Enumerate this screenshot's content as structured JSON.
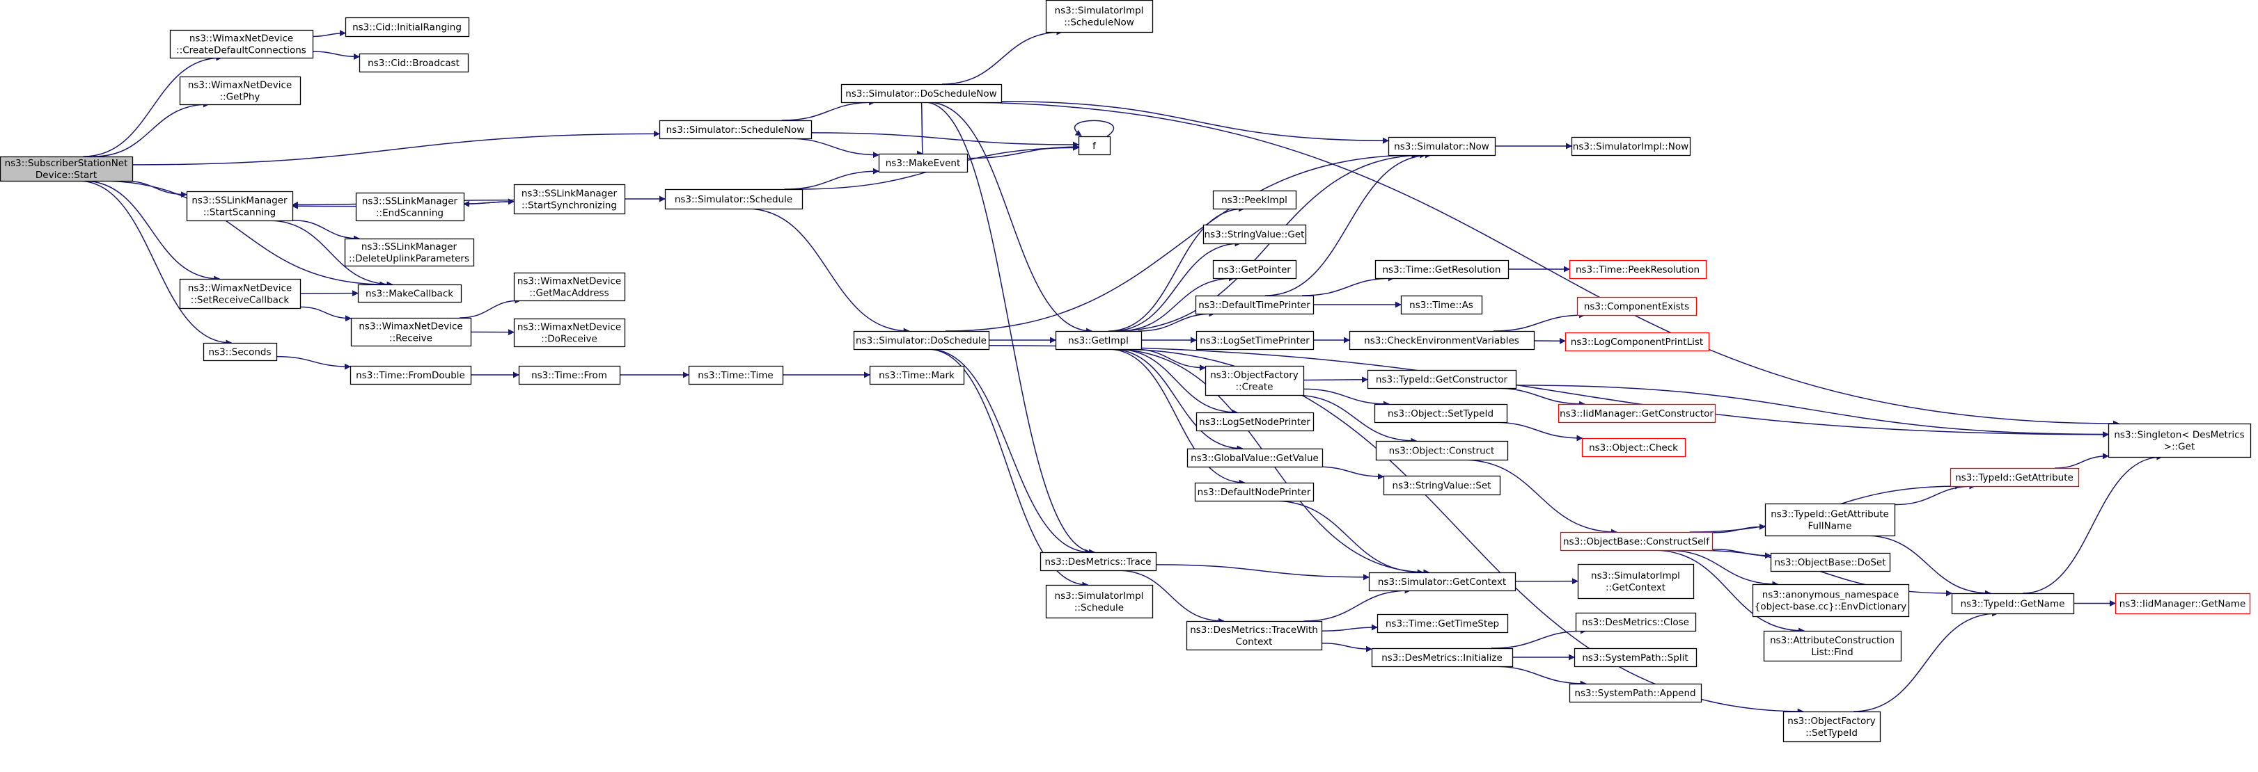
{
  "colors": {
    "background": "#ffffff",
    "edge": "#191970",
    "node_border": "#000000",
    "truncated_node_border": "#ff0000",
    "root_node_fill": "#bfbfbf"
  },
  "nodes": [
    {
      "id": "root",
      "lines": [
        "ns3::SubscriberStationNet",
        "Device::Start"
      ],
      "style": "root"
    },
    {
      "id": "createdefconn",
      "lines": [
        "ns3::WimaxNetDevice",
        "::CreateDefaultConnections"
      ]
    },
    {
      "id": "initranging",
      "lines": [
        "ns3::Cid::InitialRanging"
      ]
    },
    {
      "id": "broadcast",
      "lines": [
        "ns3::Cid::Broadcast"
      ]
    },
    {
      "id": "getphy",
      "lines": [
        "ns3::WimaxNetDevice",
        "::GetPhy"
      ]
    },
    {
      "id": "startscanning",
      "lines": [
        "ns3::SSLinkManager",
        "::StartScanning"
      ]
    },
    {
      "id": "endscanning",
      "lines": [
        "ns3::SSLinkManager",
        "::EndScanning"
      ]
    },
    {
      "id": "startsync",
      "lines": [
        "ns3::SSLinkManager",
        "::StartSynchronizing"
      ]
    },
    {
      "id": "deleteuplink",
      "lines": [
        "ns3::SSLinkManager",
        "::DeleteUplinkParameters"
      ]
    },
    {
      "id": "makecallback",
      "lines": [
        "ns3::MakeCallback"
      ]
    },
    {
      "id": "setreceivecb",
      "lines": [
        "ns3::WimaxNetDevice",
        "::SetReceiveCallback"
      ]
    },
    {
      "id": "receive",
      "lines": [
        "ns3::WimaxNetDevice",
        "::Receive"
      ]
    },
    {
      "id": "getmacaddr",
      "lines": [
        "ns3::WimaxNetDevice",
        "::GetMacAddress"
      ]
    },
    {
      "id": "doreceive",
      "lines": [
        "ns3::WimaxNetDevice",
        "::DoReceive"
      ]
    },
    {
      "id": "seconds",
      "lines": [
        "ns3::Seconds"
      ]
    },
    {
      "id": "fromdouble",
      "lines": [
        "ns3::Time::FromDouble"
      ]
    },
    {
      "id": "timefrom",
      "lines": [
        "ns3::Time::From"
      ]
    },
    {
      "id": "timetime",
      "lines": [
        "ns3::Time::Time"
      ]
    },
    {
      "id": "timemark",
      "lines": [
        "ns3::Time::Mark"
      ]
    },
    {
      "id": "schedulenow",
      "lines": [
        "ns3::Simulator::ScheduleNow"
      ]
    },
    {
      "id": "doschedulenow",
      "lines": [
        "ns3::Simulator::DoScheduleNow"
      ]
    },
    {
      "id": "implschedulenow",
      "lines": [
        "ns3::SimulatorImpl",
        "::ScheduleNow"
      ]
    },
    {
      "id": "f",
      "lines": [
        "f"
      ]
    },
    {
      "id": "makeevent",
      "lines": [
        "ns3::MakeEvent"
      ]
    },
    {
      "id": "schedule",
      "lines": [
        "ns3::Simulator::Schedule"
      ]
    },
    {
      "id": "doschedule",
      "lines": [
        "ns3::Simulator::DoSchedule"
      ]
    },
    {
      "id": "desmetricstrace",
      "lines": [
        "ns3::DesMetrics::Trace"
      ]
    },
    {
      "id": "implschedule",
      "lines": [
        "ns3::SimulatorImpl",
        "::Schedule"
      ]
    },
    {
      "id": "tracewithctx",
      "lines": [
        "ns3::DesMetrics::TraceWith",
        "Context"
      ]
    },
    {
      "id": "getimpl",
      "lines": [
        "ns3::GetImpl"
      ]
    },
    {
      "id": "peekimpl",
      "lines": [
        "ns3::PeekImpl"
      ]
    },
    {
      "id": "stringvalueget",
      "lines": [
        "ns3::StringValue::Get"
      ]
    },
    {
      "id": "getpointer",
      "lines": [
        "ns3::GetPointer"
      ]
    },
    {
      "id": "defaulttimeprinter",
      "lines": [
        "ns3::DefaultTimePrinter"
      ]
    },
    {
      "id": "logsettimeprinter",
      "lines": [
        "ns3::LogSetTimePrinter"
      ]
    },
    {
      "id": "objfactorycreate",
      "lines": [
        "ns3::ObjectFactory",
        "::Create"
      ]
    },
    {
      "id": "logsetnodeprinter",
      "lines": [
        "ns3::LogSetNodePrinter"
      ]
    },
    {
      "id": "globalvaluegetvalue",
      "lines": [
        "ns3::GlobalValue::GetValue"
      ]
    },
    {
      "id": "defaultnodeprinter",
      "lines": [
        "ns3::DefaultNodePrinter"
      ]
    },
    {
      "id": "simnow",
      "lines": [
        "ns3::Simulator::Now"
      ]
    },
    {
      "id": "implnow",
      "lines": [
        "ns3::SimulatorImpl::Now"
      ]
    },
    {
      "id": "getresolution",
      "lines": [
        "ns3::Time::GetResolution"
      ]
    },
    {
      "id": "peekresolution",
      "lines": [
        "ns3::Time::PeekResolution"
      ],
      "style": "red"
    },
    {
      "id": "timeas",
      "lines": [
        "ns3::Time::As"
      ]
    },
    {
      "id": "checkenvvars",
      "lines": [
        "ns3::CheckEnvironmentVariables"
      ]
    },
    {
      "id": "componentexists",
      "lines": [
        "ns3::ComponentExists"
      ],
      "style": "red"
    },
    {
      "id": "logcomponentprintlist",
      "lines": [
        "ns3::LogComponentPrintList"
      ],
      "style": "red"
    },
    {
      "id": "getconstructor",
      "lines": [
        "ns3::TypeId::GetConstructor"
      ]
    },
    {
      "id": "iidgetconstructor",
      "lines": [
        "ns3::IidManager::GetConstructor"
      ],
      "style": "red"
    },
    {
      "id": "objsettypeid",
      "lines": [
        "ns3::Object::SetTypeId"
      ]
    },
    {
      "id": "objcheck",
      "lines": [
        "ns3::Object::Check"
      ],
      "style": "red"
    },
    {
      "id": "objconstruct",
      "lines": [
        "ns3::Object::Construct"
      ]
    },
    {
      "id": "stringvalueset",
      "lines": [
        "ns3::StringValue::Set"
      ]
    },
    {
      "id": "constructself",
      "lines": [
        "ns3::ObjectBase::ConstructSelf"
      ],
      "style": "red"
    },
    {
      "id": "getattrfullname",
      "lines": [
        "ns3::TypeId::GetAttribute",
        "FullName"
      ]
    },
    {
      "id": "getattribute",
      "lines": [
        "ns3::TypeId::GetAttribute"
      ],
      "style": "red"
    },
    {
      "id": "doset",
      "lines": [
        "ns3::ObjectBase::DoSet"
      ]
    },
    {
      "id": "envdictionary",
      "lines": [
        "ns3::anonymous_namespace",
        "{object-base.cc}::EnvDictionary"
      ]
    },
    {
      "id": "attrconstrfind",
      "lines": [
        "ns3::AttributeConstruction",
        "List::Find"
      ]
    },
    {
      "id": "typeidgetname",
      "lines": [
        "ns3::TypeId::GetName"
      ]
    },
    {
      "id": "iidgetname",
      "lines": [
        "ns3::IidManager::GetName"
      ],
      "style": "red"
    },
    {
      "id": "singleton",
      "lines": [
        "ns3::Singleton< DesMetrics",
        " >::Get"
      ]
    },
    {
      "id": "simgetcontext",
      "lines": [
        "ns3::Simulator::GetContext"
      ]
    },
    {
      "id": "implgetcontext",
      "lines": [
        "ns3::SimulatorImpl",
        "::GetContext"
      ]
    },
    {
      "id": "gettimestep",
      "lines": [
        "ns3::Time::GetTimeStep"
      ]
    },
    {
      "id": "desinitialize",
      "lines": [
        "ns3::DesMetrics::Initialize"
      ]
    },
    {
      "id": "desclose",
      "lines": [
        "ns3::DesMetrics::Close"
      ]
    },
    {
      "id": "systempathsplit",
      "lines": [
        "ns3::SystemPath::Split"
      ]
    },
    {
      "id": "systempathappend",
      "lines": [
        "ns3::SystemPath::Append"
      ]
    },
    {
      "id": "objfactorysettypeid",
      "lines": [
        "ns3::ObjectFactory",
        "::SetTypeId"
      ]
    }
  ],
  "edges": [
    [
      "root",
      "createdefconn"
    ],
    [
      "createdefconn",
      "initranging"
    ],
    [
      "createdefconn",
      "broadcast"
    ],
    [
      "root",
      "getphy"
    ],
    [
      "root",
      "schedulenow"
    ],
    [
      "root",
      "startscanning"
    ],
    [
      "root",
      "makecallback"
    ],
    [
      "root",
      "setreceivecb"
    ],
    [
      "root",
      "seconds"
    ],
    [
      "startscanning",
      "deleteuplink"
    ],
    [
      "startscanning",
      "makecallback"
    ],
    [
      "endscanning",
      "startscanning"
    ],
    [
      "startsync",
      "startscanning"
    ],
    [
      "startsync",
      "endscanning"
    ],
    [
      "endscanning",
      "startsync"
    ],
    [
      "startsync",
      "schedule"
    ],
    [
      "setreceivecb",
      "makecallback"
    ],
    [
      "setreceivecb",
      "receive"
    ],
    [
      "receive",
      "getmacaddr"
    ],
    [
      "receive",
      "doreceive"
    ],
    [
      "seconds",
      "fromdouble"
    ],
    [
      "fromdouble",
      "timefrom"
    ],
    [
      "timefrom",
      "timetime"
    ],
    [
      "timetime",
      "timemark"
    ],
    [
      "schedulenow",
      "doschedulenow"
    ],
    [
      "schedulenow",
      "makeevent"
    ],
    [
      "schedulenow",
      "f"
    ],
    [
      "doschedulenow",
      "implschedulenow"
    ],
    [
      "doschedulenow",
      "simnow"
    ],
    [
      "doschedulenow",
      "singleton"
    ],
    [
      "doschedulenow",
      "getimpl"
    ],
    [
      "doschedulenow",
      "desmetricstrace"
    ],
    [
      "doschedulenow",
      "makeevent"
    ],
    [
      "makeevent",
      "f"
    ],
    [
      "f",
      "f"
    ],
    [
      "schedule",
      "makeevent"
    ],
    [
      "schedule",
      "f"
    ],
    [
      "schedule",
      "doschedule"
    ],
    [
      "doschedule",
      "simnow"
    ],
    [
      "doschedule",
      "getimpl"
    ],
    [
      "doschedule",
      "desmetricstrace"
    ],
    [
      "doschedule",
      "implschedule"
    ],
    [
      "doschedule",
      "singleton"
    ],
    [
      "desmetricstrace",
      "simgetcontext"
    ],
    [
      "desmetricstrace",
      "tracewithctx"
    ],
    [
      "tracewithctx",
      "simgetcontext"
    ],
    [
      "tracewithctx",
      "gettimestep"
    ],
    [
      "tracewithctx",
      "desinitialize"
    ],
    [
      "desinitialize",
      "desclose"
    ],
    [
      "desinitialize",
      "systempathsplit"
    ],
    [
      "desinitialize",
      "systempathappend"
    ],
    [
      "getimpl",
      "simnow"
    ],
    [
      "getimpl",
      "peekimpl"
    ],
    [
      "getimpl",
      "stringvalueget"
    ],
    [
      "getimpl",
      "getpointer"
    ],
    [
      "getimpl",
      "defaulttimeprinter"
    ],
    [
      "getimpl",
      "logsettimeprinter"
    ],
    [
      "getimpl",
      "objfactorycreate"
    ],
    [
      "getimpl",
      "logsetnodeprinter"
    ],
    [
      "getimpl",
      "globalvaluegetvalue"
    ],
    [
      "getimpl",
      "defaultnodeprinter"
    ],
    [
      "getimpl",
      "simgetcontext"
    ],
    [
      "getimpl",
      "objfactorysettypeid"
    ],
    [
      "simnow",
      "implnow"
    ],
    [
      "defaulttimeprinter",
      "simnow"
    ],
    [
      "defaulttimeprinter",
      "getresolution"
    ],
    [
      "defaulttimeprinter",
      "timeas"
    ],
    [
      "getresolution",
      "peekresolution"
    ],
    [
      "logsettimeprinter",
      "checkenvvars"
    ],
    [
      "checkenvvars",
      "componentexists"
    ],
    [
      "checkenvvars",
      "logcomponentprintlist"
    ],
    [
      "objfactorycreate",
      "getconstructor"
    ],
    [
      "objfactorycreate",
      "objsettypeid"
    ],
    [
      "objfactorycreate",
      "objconstruct"
    ],
    [
      "getconstructor",
      "iidgetconstructor"
    ],
    [
      "getconstructor",
      "singleton"
    ],
    [
      "objsettypeid",
      "objcheck"
    ],
    [
      "objconstruct",
      "constructself"
    ],
    [
      "globalvaluegetvalue",
      "stringvalueset"
    ],
    [
      "defaultnodeprinter",
      "simgetcontext"
    ],
    [
      "simgetcontext",
      "implgetcontext"
    ],
    [
      "constructself",
      "getattribute"
    ],
    [
      "constructself",
      "getattrfullname"
    ],
    [
      "constructself",
      "doset"
    ],
    [
      "constructself",
      "envdictionary"
    ],
    [
      "constructself",
      "attrconstrfind"
    ],
    [
      "constructself",
      "typeidgetname"
    ],
    [
      "getattrfullname",
      "getattribute"
    ],
    [
      "getattrfullname",
      "typeidgetname"
    ],
    [
      "getattribute",
      "singleton"
    ],
    [
      "typeidgetname",
      "singleton"
    ],
    [
      "typeidgetname",
      "iidgetname"
    ],
    [
      "objfactorysettypeid",
      "typeidgetname"
    ]
  ]
}
